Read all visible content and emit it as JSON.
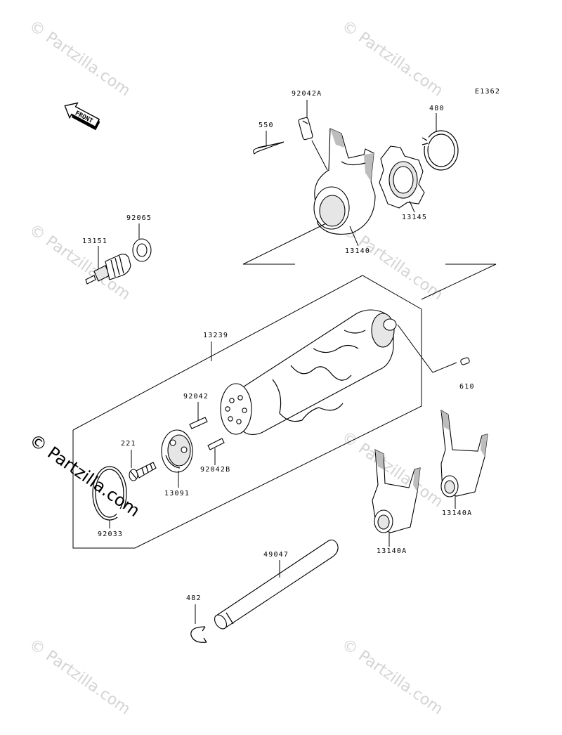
{
  "diagram": {
    "code": "E1362",
    "front_label": "FRONT",
    "watermark": "© Partzilla.com",
    "parts": {
      "p92042A": "92042A",
      "p550": "550",
      "p480": "480",
      "p92065": "92065",
      "p13151": "13151",
      "p13145": "13145",
      "p13140": "13140",
      "p13239": "13239",
      "p610": "610",
      "p92042": "92042",
      "p221": "221",
      "p92042B": "92042B",
      "p13091": "13091",
      "p92033": "92033",
      "p13140A_right": "13140A",
      "p13140A_left": "13140A",
      "p49047": "49047",
      "p482": "482"
    }
  }
}
